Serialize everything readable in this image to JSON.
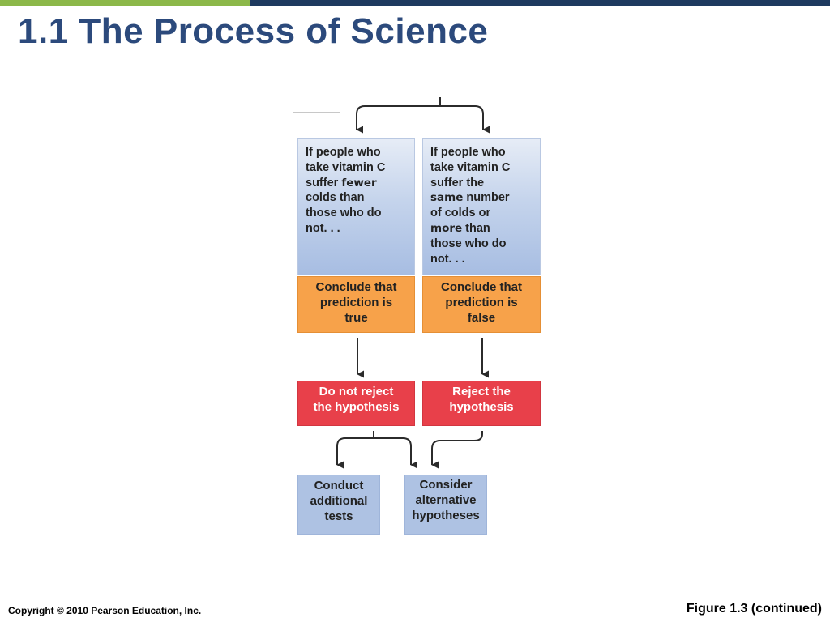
{
  "slide": {
    "title": "1.1 The Process of Science",
    "copyright": "Copyright © 2010 Pearson Education, Inc.",
    "figure_caption": "Figure 1.3 (continued)",
    "accent_colors": {
      "green": "#8cb84a",
      "navy": "#1e3a5f",
      "title": "#2c4a7c"
    }
  },
  "diagram": {
    "prediction_left": {
      "pre": "If people who\ntake vitamin C\nsuffer ",
      "emph": "fewer",
      "post": "\ncolds than\nthose who do\nnot. . ."
    },
    "prediction_right": {
      "pre": "If people who\ntake vitamin C\nsuffer the\n",
      "emph1": "same",
      "mid": " number\nof colds or\n",
      "emph2": "more",
      "post": " than\nthose who do\nnot. . ."
    },
    "conclusion_true": "Conclude that\nprediction is\ntrue",
    "conclusion_false": "Conclude that\nprediction is\nfalse",
    "do_not_reject": "Do not reject\nthe hypothesis",
    "reject": "Reject the\nhypothesis",
    "conduct_tests": "Conduct\nadditional\ntests",
    "consider_alternatives": "Consider\nalternative\nhypotheses",
    "colors": {
      "blue": "#aec2e3",
      "orange": "#f7a24a",
      "red": "#e8404a",
      "arrow": "#2b2b2b"
    }
  }
}
